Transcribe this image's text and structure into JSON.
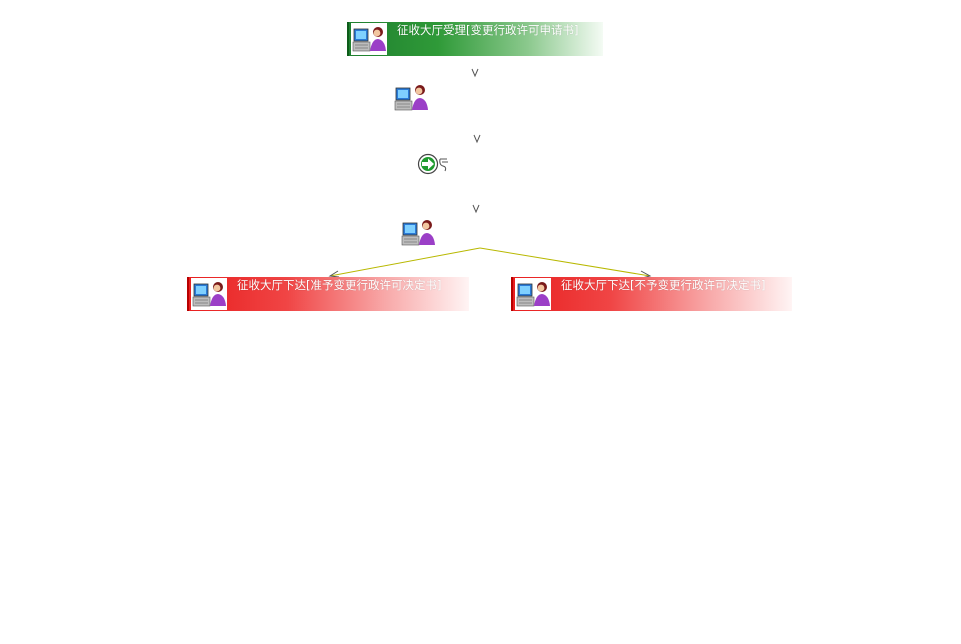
{
  "nodes": {
    "start": {
      "label": "征收大厅受理[变更行政许可申请书]",
      "color": "#2f9a38"
    },
    "grant": {
      "label": "征收大厅下达[准予变更行政许可决定书]",
      "color": "#e81f1f"
    },
    "deny": {
      "label": "征收大厅下达[不予变更行政许可决定书]",
      "color": "#e81f1f"
    }
  },
  "icons": {
    "task": "clerk-at-computer-icon",
    "route": "green-arrow-circle-icon"
  },
  "colors": {
    "connector": "#c8c800",
    "arrowhead": "#555555"
  }
}
